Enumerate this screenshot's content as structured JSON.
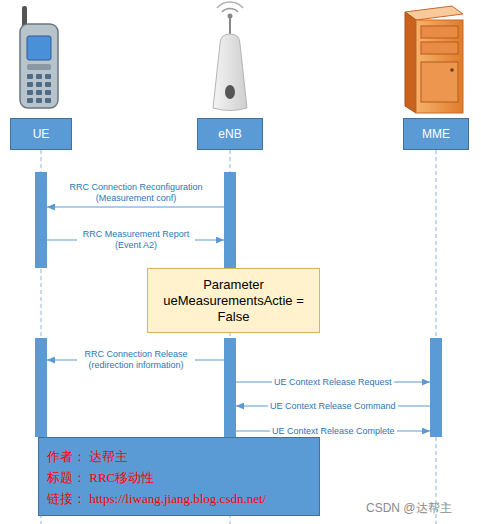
{
  "diagram": {
    "nodes": [
      {
        "text": [
          "UE"
        ]
      },
      {
        "text": [
          "eNB"
        ]
      },
      {
        "text": [
          "MME"
        ]
      },
      {
        "text": [
          "Parameter ueMeasurementsActie = False"
        ]
      },
      {
        "text": [
          "作者： 达帮主",
          "标题： RRC移动性",
          "链接： https://liwang.jiang.blog.csdn.net/"
        ]
      }
    ],
    "edges": [
      {
        "from": 1,
        "to": 0,
        "arrow": "to",
        "label": "RRC Connection Reconfiguration (Measurement conf)"
      },
      {
        "from": 0,
        "to": 1,
        "arrow": "to",
        "label": "RRC Measurement Report (Event A2)"
      },
      {
        "from": 1,
        "to": 0,
        "arrow": "to",
        "label": "RRC Connection Release (redirection information)"
      },
      {
        "from": 1,
        "to": 2,
        "arrow": "to",
        "label": "UE Context Release Request"
      },
      {
        "from": 2,
        "to": 1,
        "arrow": "to",
        "label": "UE Context Release Command"
      },
      {
        "from": 1,
        "to": 2,
        "arrow": "to",
        "label": "UE Context Release Complete"
      }
    ],
    "labels": [
      "CSDN @达帮主"
    ]
  }
}
